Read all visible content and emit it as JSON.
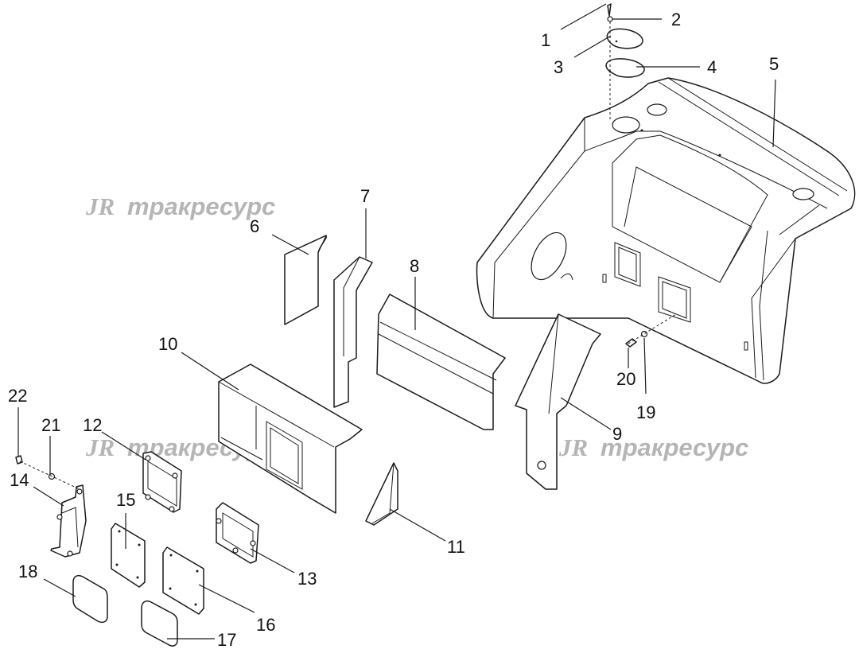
{
  "diagram": {
    "watermark": {
      "logo": "JR",
      "text": "тракресурс"
    },
    "callouts": [
      "1",
      "2",
      "3",
      "4",
      "5",
      "6",
      "7",
      "8",
      "9",
      "10",
      "11",
      "12",
      "13",
      "14",
      "15",
      "16",
      "17",
      "18",
      "19",
      "20",
      "21",
      "22"
    ]
  }
}
